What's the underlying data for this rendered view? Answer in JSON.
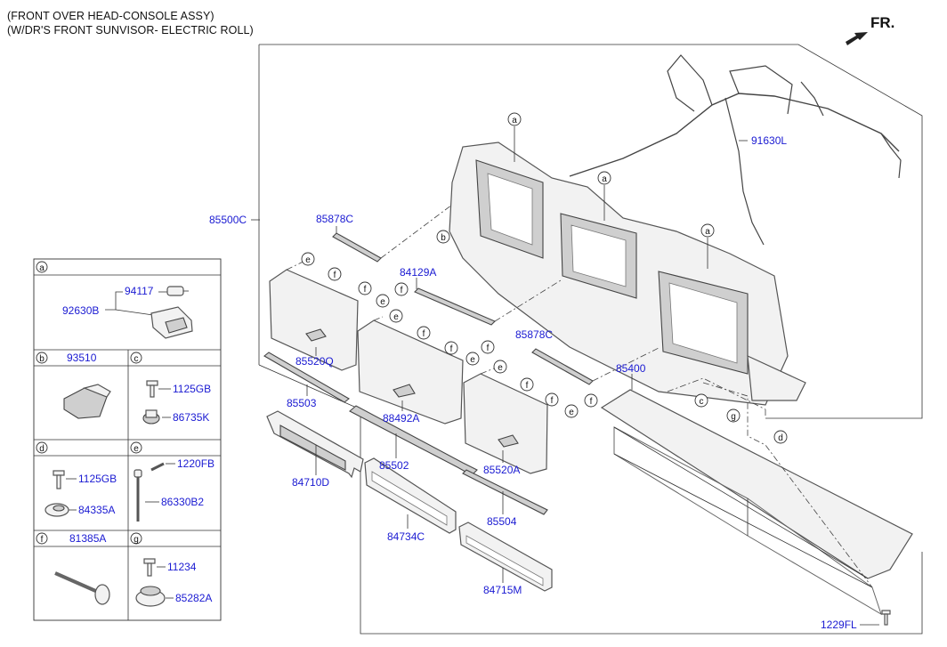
{
  "header": {
    "line1": "(FRONT OVER HEAD-CONSOLE ASSY)",
    "line2": "(W/DR'S FRONT SUNVISOR- ELECTRIC ROLL)",
    "direction_label": "FR."
  },
  "legend": {
    "a": {
      "letter": "a",
      "parts": [
        "94117",
        "92630B"
      ]
    },
    "b": {
      "letter": "b",
      "title_part": "93510"
    },
    "c": {
      "letter": "c",
      "parts": [
        "1125GB",
        "86735K"
      ]
    },
    "d": {
      "letter": "d",
      "parts": [
        "1125GB",
        "84335A"
      ]
    },
    "e": {
      "letter": "e",
      "parts": [
        "1220FB",
        "86330B2"
      ]
    },
    "f": {
      "letter": "f",
      "title_part": "81385A"
    },
    "g": {
      "letter": "g",
      "parts": [
        "11234",
        "85282A"
      ]
    }
  },
  "parts": {
    "p85500C": "85500C",
    "p85878C_1": "85878C",
    "p84129A": "84129A",
    "p91630L": "91630L",
    "p85878C_2": "85878C",
    "p85400": "85400",
    "p85520Q": "85520Q",
    "p85503": "85503",
    "p88492A": "88492A",
    "p85502": "85502",
    "p85520A": "85520A",
    "p84710D": "84710D",
    "p84734C": "84734C",
    "p85504": "85504",
    "p84715M": "84715M",
    "p1229FL": "1229FL"
  },
  "callouts": [
    "a",
    "a",
    "a",
    "b",
    "c",
    "d",
    "e",
    "e",
    "e",
    "e",
    "e",
    "f",
    "f",
    "f",
    "f",
    "f",
    "f",
    "g"
  ]
}
